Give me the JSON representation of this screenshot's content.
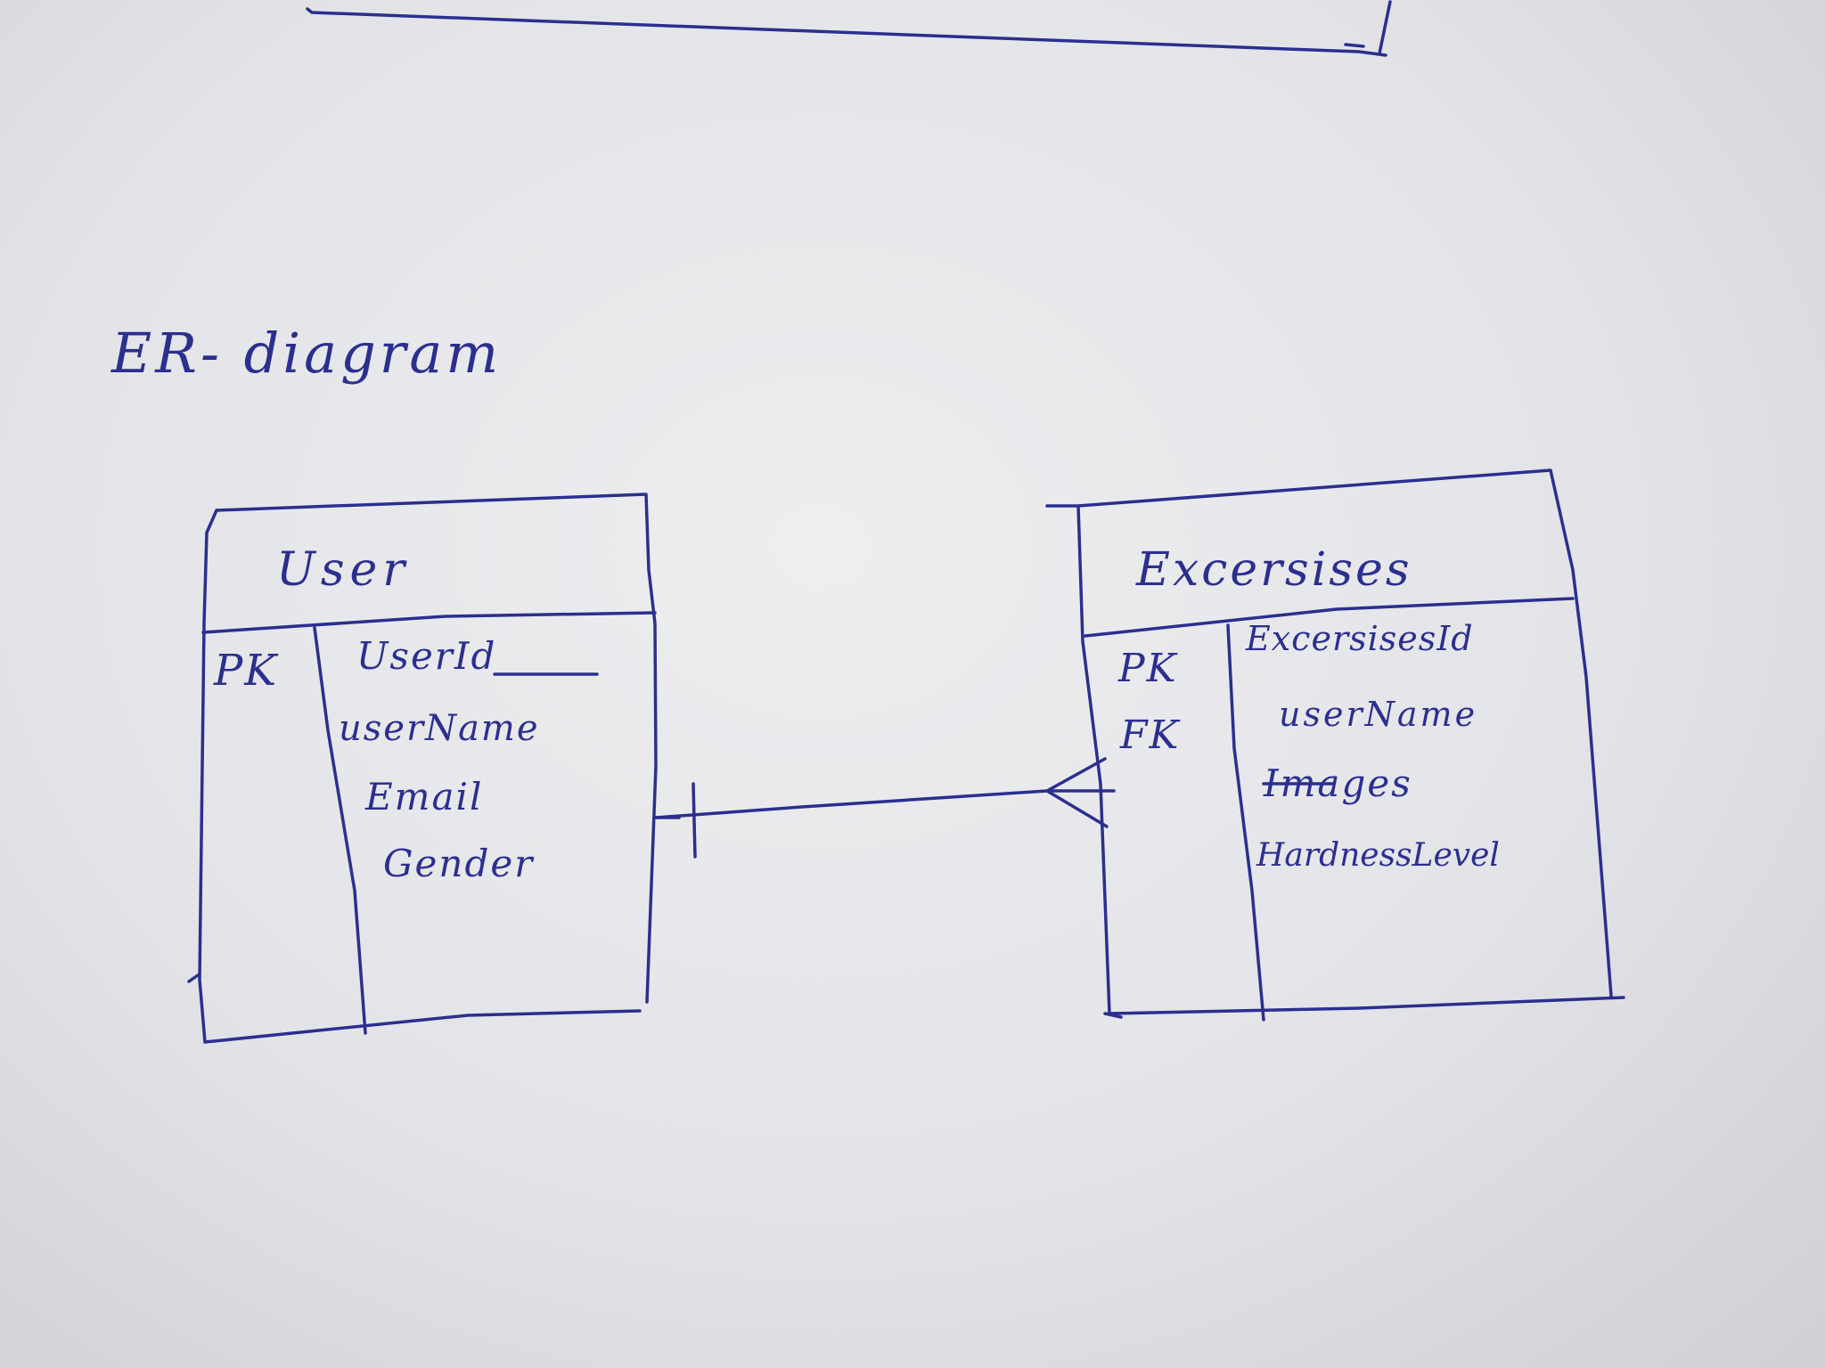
{
  "diagram": {
    "title": "ER- diagram"
  },
  "entities": {
    "user": {
      "name": "User",
      "key": "PK",
      "attributes": [
        "UserId",
        "userName",
        "Email",
        "Gender"
      ]
    },
    "exercises": {
      "name": "Excersises",
      "keys": [
        "PK",
        "FK"
      ],
      "attributes": [
        "ExcersisesId",
        "userName",
        "Images",
        "HardnessLevel"
      ]
    }
  },
  "relationship": {
    "from": "User",
    "to": "Excersises",
    "from_cardinality": "one",
    "to_cardinality": "many"
  },
  "colors": {
    "ink": "#2b2f8f",
    "paper": "#e6e7eb"
  }
}
